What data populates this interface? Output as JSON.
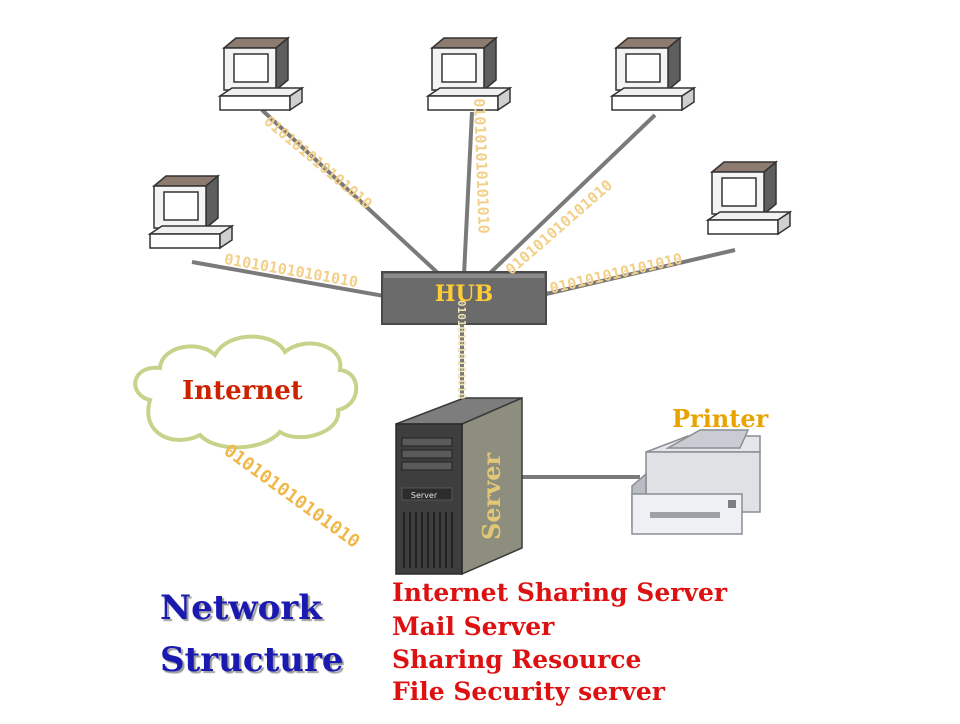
{
  "hub": {
    "label": "HUB"
  },
  "internet": {
    "label": "Internet"
  },
  "printer": {
    "label": "Printer"
  },
  "server": {
    "side_label": "Server",
    "badge": "Server"
  },
  "binary_stream": "010101010101010",
  "title": {
    "line1": "Network",
    "line2": "Structure"
  },
  "services": [
    "Internet Sharing Server",
    "Mail Server",
    "Sharing Resource",
    "File Security server"
  ],
  "colors": {
    "hub_fill": "#6b6b6b",
    "hub_text": "#ffcc33",
    "internet_text": "#cc2200",
    "cloud_stroke": "#c8d28a",
    "printer_text": "#e8a300",
    "title_text": "#1a1ab0",
    "services_text": "#dd1111",
    "binary_text": "#f0b84a",
    "cable": "#7a7a7a"
  }
}
